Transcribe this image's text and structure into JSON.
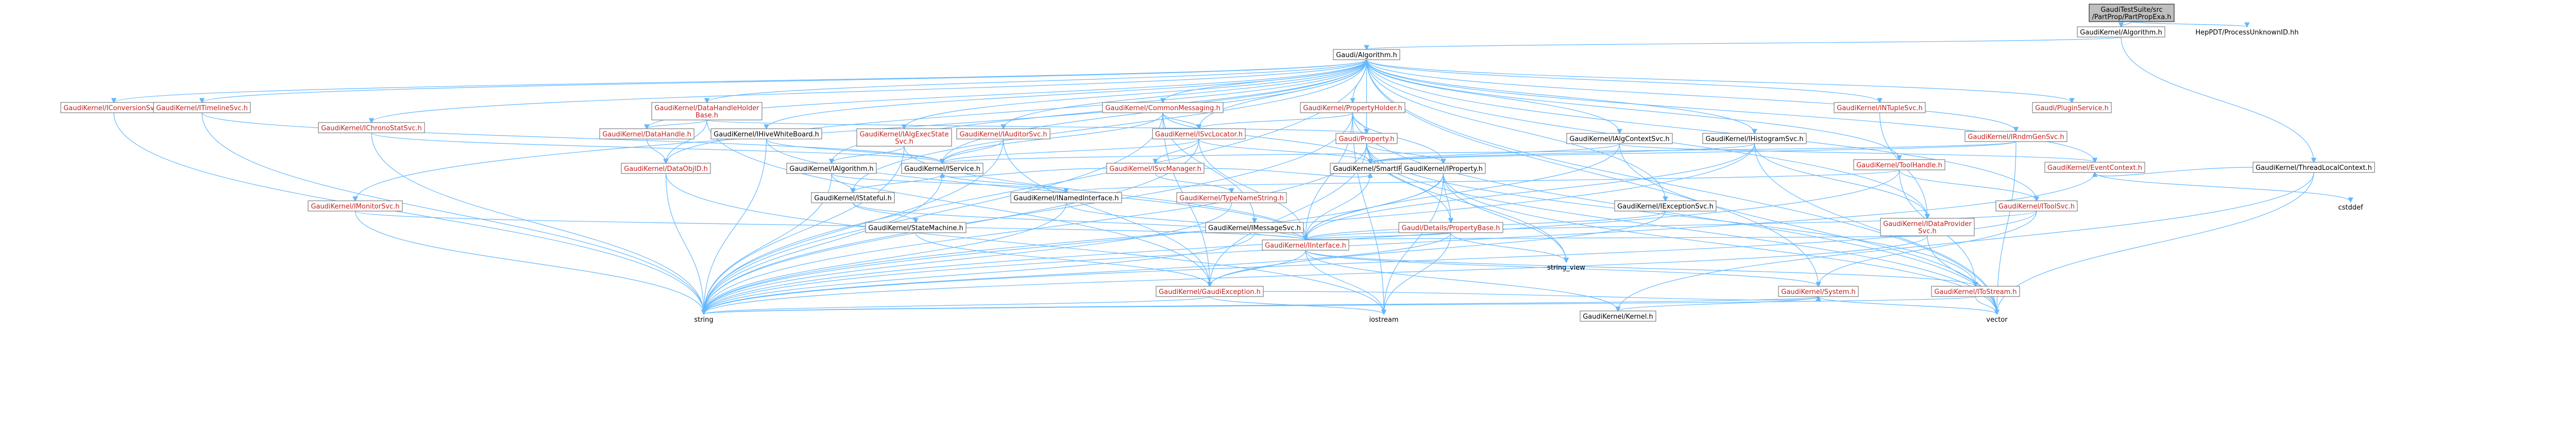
{
  "nodes": {
    "root": [
      "GaudiTestSuite/src",
      "/PartProp/PartPropExa.h"
    ],
    "alg_h": [
      "GaudiKernel/Algorithm.h"
    ],
    "hep": [
      "HepPDT/ProcessUnknownID.hh"
    ],
    "galg": [
      "Gaudi/Algorithm.h"
    ],
    "iconv": [
      "GaudiKernel/IConversionSvc.h"
    ],
    "itimeline": [
      "GaudiKernel/ITimelineSvc.h"
    ],
    "imonitor": [
      "GaudiKernel/IMonitorSvc.h"
    ],
    "dhh": [
      "GaudiKernel/DataHandleHolder",
      "Base.h"
    ],
    "ichrono": [
      "GaudiKernel/IChronoStatSvc.h"
    ],
    "datahandle": [
      "GaudiKernel/DataHandle.h"
    ],
    "iwb": [
      "GaudiKernel/IHiveWhiteBoard.h"
    ],
    "iae": [
      "GaudiKernel/IAlgExecState",
      "Svc.h"
    ],
    "iaud": [
      "GaudiKernel/IAuditorSvc.h"
    ],
    "cm": [
      "GaudiKernel/CommonMessaging.h"
    ],
    "ph": [
      "GaudiKernel/PropertyHolder.h"
    ],
    "isvcloc": [
      "GaudiKernel/ISvcLocator.h"
    ],
    "isvcmgr": [
      "GaudiKernel/ISvcManager.h"
    ],
    "gprop": [
      "Gaudi/Property.h"
    ],
    "iac": [
      "GaudiKernel/IAlgContextSvc.h"
    ],
    "ihist": [
      "GaudiKernel/IHistogramSvc.h"
    ],
    "intuple": [
      "GaudiKernel/INTupleSvc.h"
    ],
    "itoolh": [
      "GaudiKernel/ToolHandle.h"
    ],
    "plugin": [
      "Gaudi/PluginService.h"
    ],
    "irndm": [
      "GaudiKernel/IRndmGenSvc.h"
    ],
    "itoolsvc": [
      "GaudiKernel/IToolSvc.h"
    ],
    "ievctx": [
      "GaudiKernel/EventContext.h"
    ],
    "threadlc": [
      "GaudiKernel/ThreadLocalContext.h"
    ],
    "dataobjid": [
      "GaudiKernel/DataObjID.h"
    ],
    "ialgorithm": [
      "GaudiKernel/IAlgorithm.h"
    ],
    "iservice": [
      "GaudiKernel/IService.h"
    ],
    "itypename": [
      "GaudiKernel/TypeNameString.h"
    ],
    "smartif": [
      "GaudiKernel/SmartIF.h"
    ],
    "iproperty": [
      "GaudiKernel/IProperty.h"
    ],
    "iexception": [
      "GaudiKernel/IExceptionSvc.h"
    ],
    "istateful": [
      "GaudiKernel/IStateful.h"
    ],
    "inamed": [
      "GaudiKernel/INamedInterface.h"
    ],
    "imsg": [
      "GaudiKernel/IMessageSvc.h"
    ],
    "propbase": [
      "Gaudi/Details/PropertyBase.h"
    ],
    "dataprov": [
      "GaudiKernel/IDataProvider",
      "Svc.h"
    ],
    "statemach": [
      "GaudiKernel/StateMachine.h"
    ],
    "iinterface": [
      "GaudiKernel/IInterface.h"
    ],
    "stringview": [
      "string_view"
    ],
    "gaudiexc": [
      "GaudiKernel/GaudiException.h"
    ],
    "system": [
      "GaudiKernel/System.h"
    ],
    "istream": [
      "GaudiKernel/IToStream.h"
    ],
    "cstddef": [
      "cstddef"
    ],
    "kernel": [
      "GaudiKernel/Kernel.h"
    ],
    "string": [
      "string"
    ],
    "iostream": [
      "iostream"
    ],
    "vector": [
      "vector"
    ]
  }
}
